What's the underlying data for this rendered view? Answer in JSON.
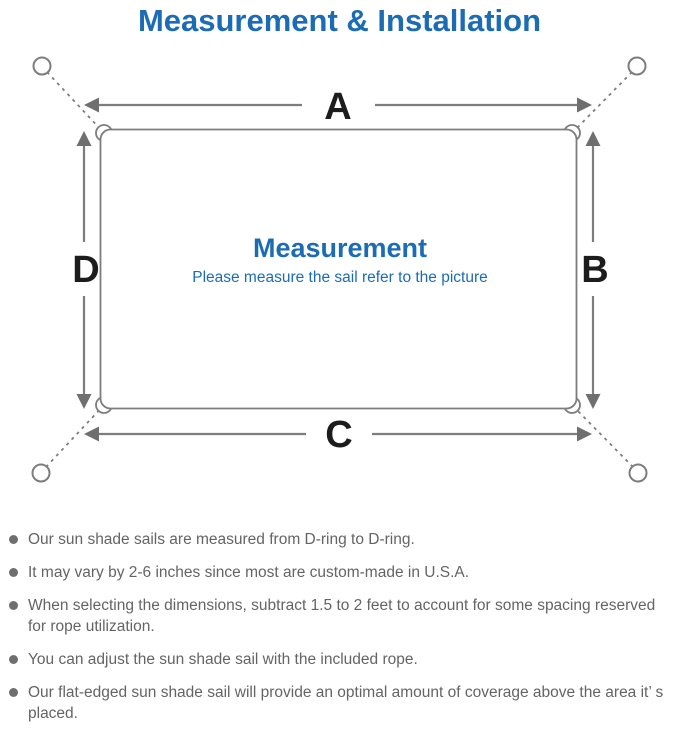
{
  "header": {
    "title": "Measurement & Installation"
  },
  "diagram": {
    "labels": {
      "top": "A",
      "right": "B",
      "bottom": "C",
      "left": "D"
    },
    "center_title": "Measurement",
    "center_subtitle": "Please measure the sail refer to the picture"
  },
  "colors": {
    "accent_blue": "#1b6cb5",
    "line_gray": "#7d7d7d",
    "text_gray": "#646464"
  },
  "notes": {
    "items": [
      "Our sun shade sails are measured from D-ring to D-ring.",
      "It may vary by 2-6 inches since most are custom-made in U.S.A.",
      "When selecting the dimensions, subtract 1.5 to 2 feet to account for some spacing reserved for rope utilization.",
      "You can adjust the sun shade sail with the included rope.",
      "Our flat-edged sun shade sail will provide an optimal amount of coverage above the area it’ s placed."
    ]
  }
}
